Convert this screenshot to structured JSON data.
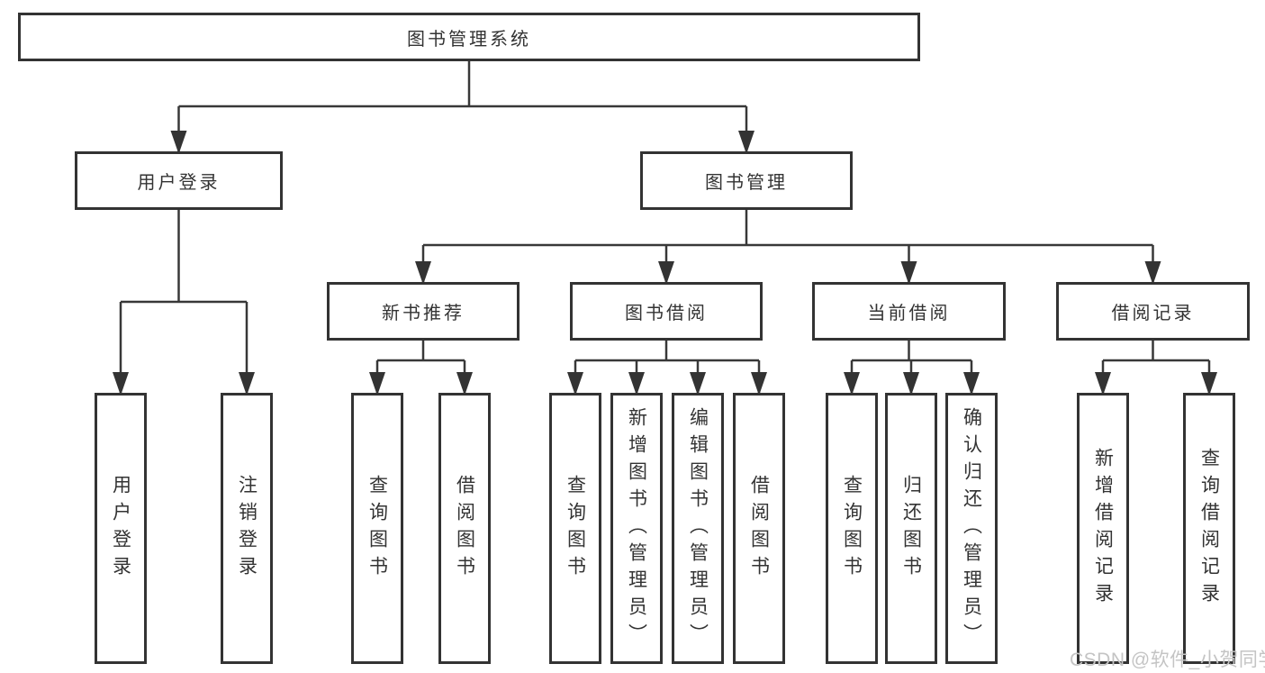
{
  "diagram": {
    "type": "hierarchy",
    "title": "图书管理系统"
  },
  "nodes": {
    "root": "图书管理系统",
    "user_login": "用户登录",
    "book_mgmt": "图书管理",
    "new_book_rec": "新书推荐",
    "book_borrow": "图书借阅",
    "current_borrow": "当前借阅",
    "borrow_record": "借阅记录",
    "leaf_user_login": "用户登录",
    "leaf_logout": "注销登录",
    "rec_query_book": "查询图书",
    "rec_borrow_book": "借阅图书",
    "bb_query_book": "查询图书",
    "bb_add_book": "新增图书（管理员）",
    "bb_edit_book": "编辑图书（管理员）",
    "bb_borrow_book": "借阅图书",
    "cb_query_book": "查询图书",
    "cb_return_book": "归还图书",
    "cb_confirm_return": "确认归还（管理员）",
    "br_add_record": "新增借阅记录",
    "br_query_record": "查询借阅记录"
  },
  "watermark": "CSDN @软件_小贺同学",
  "colors": {
    "background": "#ffffff",
    "box_border": "#333333",
    "connector_line": "#383838",
    "text": "#333333",
    "watermark": "#c4c4c4"
  }
}
